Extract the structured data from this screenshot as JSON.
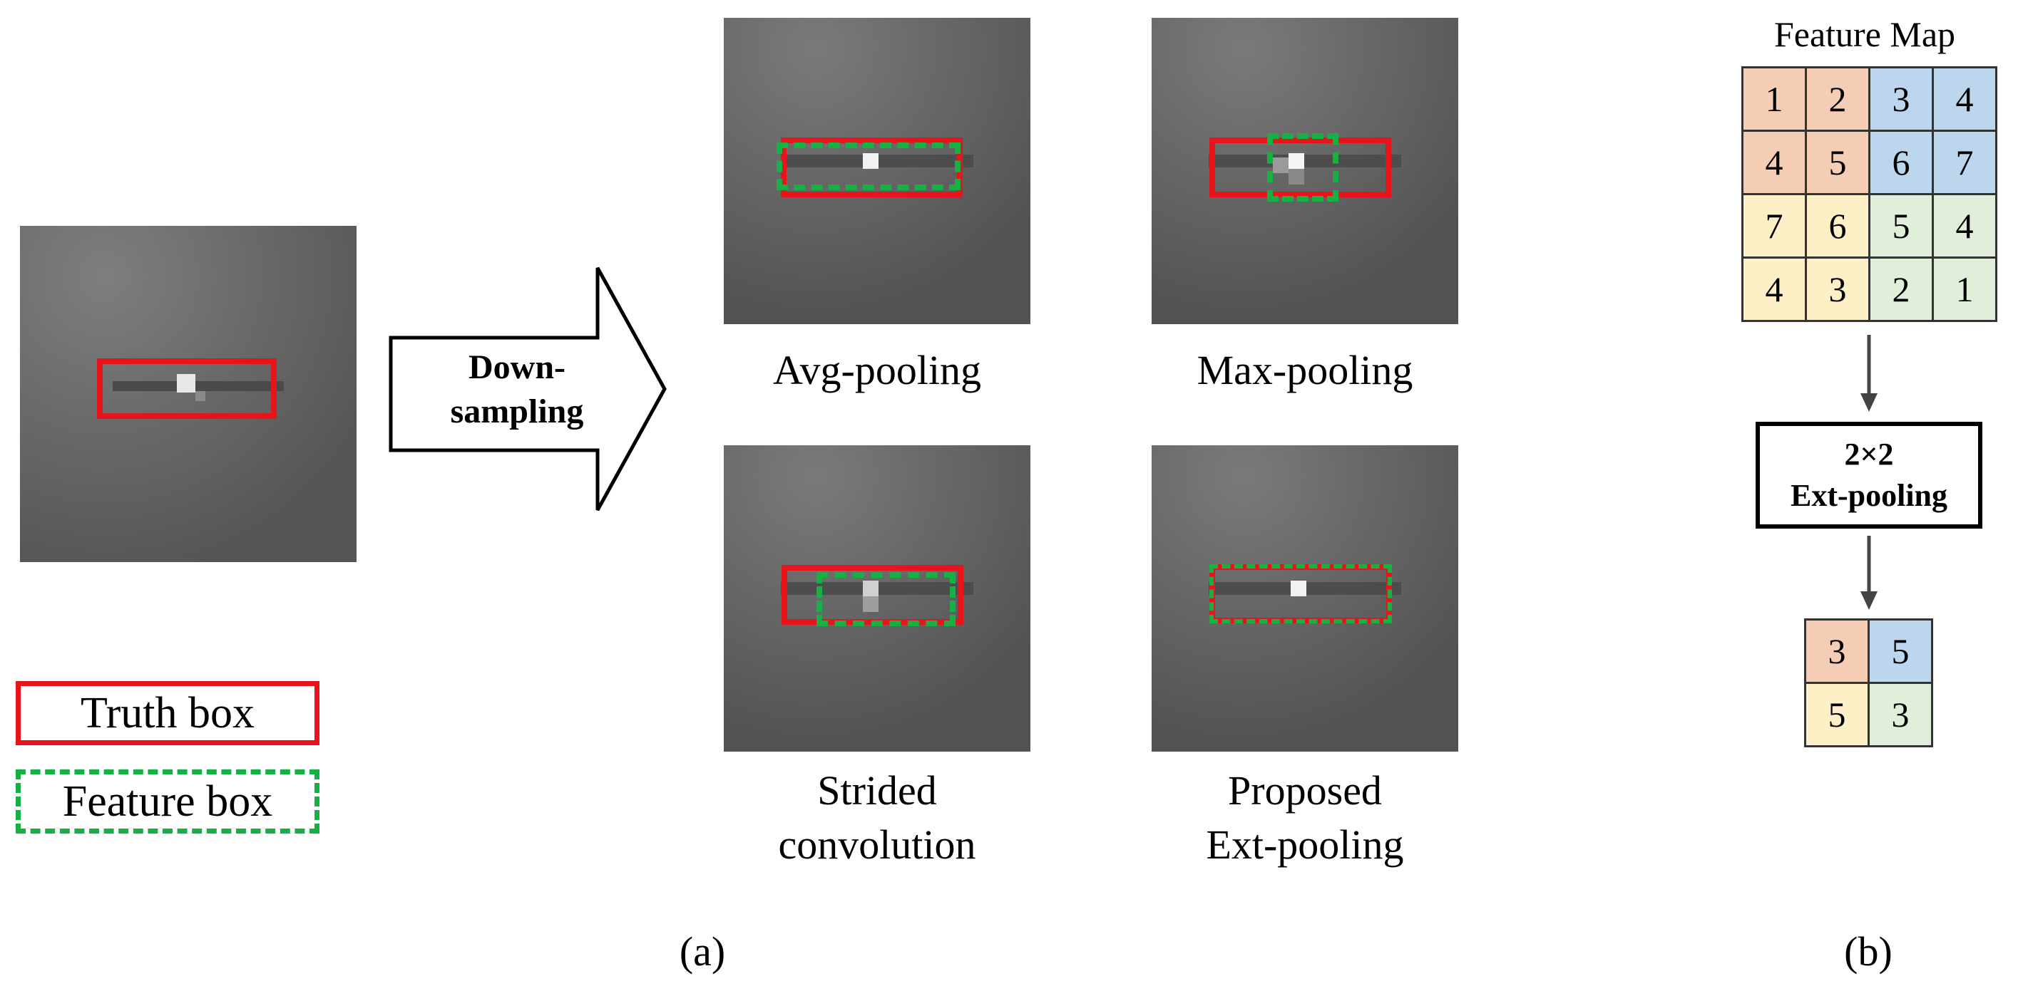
{
  "arrow": {
    "label_line1": "Down-",
    "label_line2": "sampling"
  },
  "methods": {
    "avg": "Avg-pooling",
    "max": "Max-pooling",
    "strided_line1": "Strided",
    "strided_line2": "convolution",
    "proposed_line1": "Proposed",
    "proposed_line2": "Ext-pooling"
  },
  "legend": {
    "truth": "Truth box",
    "feature": "Feature box"
  },
  "panel_b": {
    "title": "Feature Map",
    "input_grid": [
      [
        1,
        2,
        3,
        4
      ],
      [
        4,
        5,
        6,
        7
      ],
      [
        7,
        6,
        5,
        4
      ],
      [
        4,
        3,
        2,
        1
      ]
    ],
    "op_line1": "2×2",
    "op_line2": "Ext-pooling",
    "output_grid": [
      [
        3,
        5
      ],
      [
        5,
        3
      ]
    ]
  },
  "captions": {
    "a": "(a)",
    "b": "(b)"
  },
  "colors": {
    "truth_box": "#e8141b",
    "feature_box": "#17b045",
    "quad_top_left": "#f5cdb5",
    "quad_top_right": "#bcd6ee",
    "quad_bottom_left": "#fdf0c6",
    "quad_bottom_right": "#e1efda"
  }
}
